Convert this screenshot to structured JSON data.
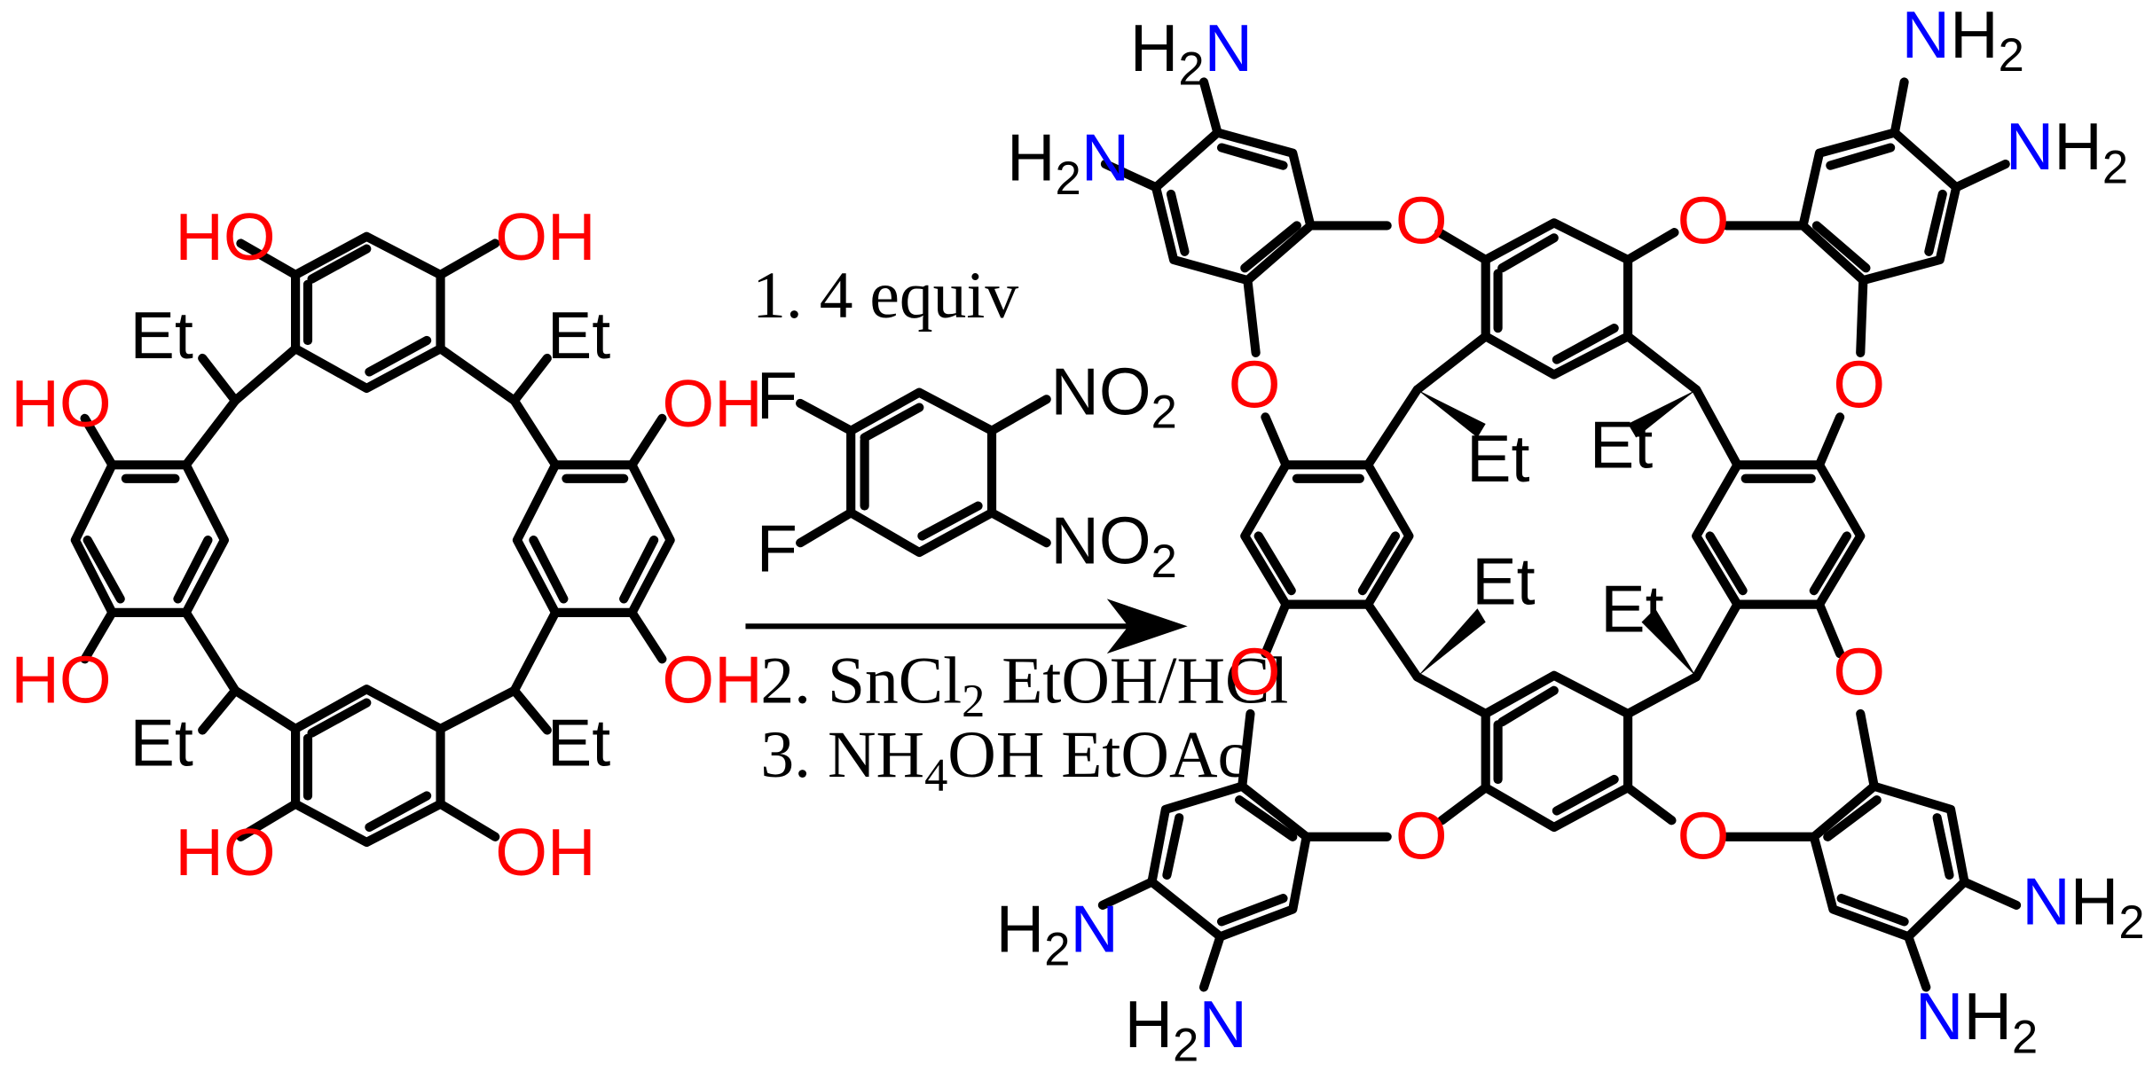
{
  "reactant": {
    "hydroxyl_label": "OH",
    "hydroxyl_label_left": "HO",
    "ethyl_label": "Et"
  },
  "conditions": {
    "step1": "1. 4 equiv",
    "reagent": {
      "fluoro": "F",
      "nitro": "NO",
      "nitro_sub": "2"
    },
    "step2_pre": "2. SnCl",
    "step2_sub": "2",
    "step2_post": " EtOH/HCl",
    "step3_pre": "3. NH",
    "step3_sub": "4",
    "step3_post": "OH EtOAc"
  },
  "product": {
    "oxygen_label": "O",
    "ethyl_label": "Et",
    "amine_h": "H",
    "amine_n": "N",
    "amine_sub": "2"
  },
  "colors": {
    "bond": "#000000",
    "oxygen": "#ff0000",
    "nitrogen": "#0000ff"
  }
}
